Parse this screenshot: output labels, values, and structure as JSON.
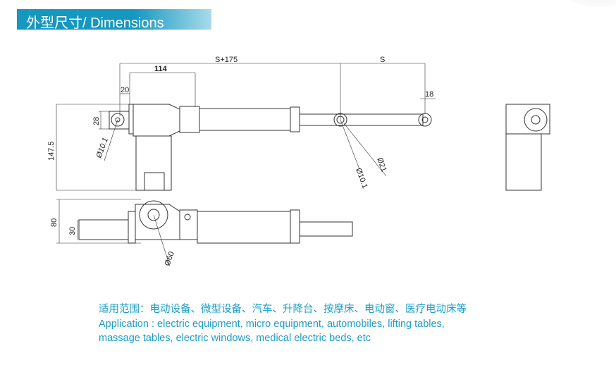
{
  "header": {
    "title": "外型尺寸/ Dimensions"
  },
  "dimensions": {
    "total_length": "S+175",
    "stroke": "S",
    "motor_length": "114",
    "offset": "20",
    "rod_end": "18",
    "height_28": "28",
    "height_total": "147.5",
    "hole_rear": "Ø10.1",
    "hole_clevis": "Ø10.1",
    "clevis_dia": "Ø21",
    "width_80": "80",
    "width_30": "30",
    "motor_dia": "Ø60"
  },
  "application": {
    "cn": "适用范围：电动设备、微型设备、汽车、升降台、按摩床、电动窗、医疗电动床等",
    "en_line1": "Application : electric equipment, micro equipment, automobiles, lifting tables,",
    "en_line2": "massage tables, electric windows, medical electric beds, etc"
  },
  "colors": {
    "accent": "#1597c0",
    "text_accent": "#1d9dc8"
  }
}
